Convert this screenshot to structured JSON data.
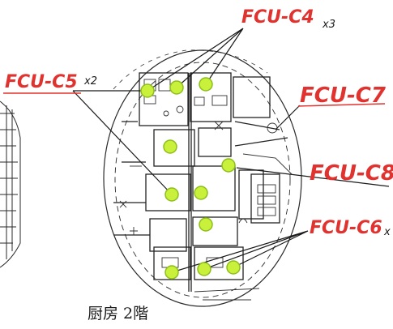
{
  "callouts": {
    "c4": {
      "label": "FCU-C4",
      "qty": "x3"
    },
    "c5": {
      "label": "FCU-C5",
      "qty": "x2"
    },
    "c7": {
      "label": "FCU-C7"
    },
    "c8": {
      "label": "FCU-C8"
    },
    "c6": {
      "label": "FCU-C6",
      "qty": "x"
    }
  },
  "floor_label": "厨房  2階",
  "colors": {
    "marker": "#c9f03a",
    "marker_outline": "#8cbf1a",
    "annotation": "#e0322e",
    "ink": "#1a1a1a"
  }
}
